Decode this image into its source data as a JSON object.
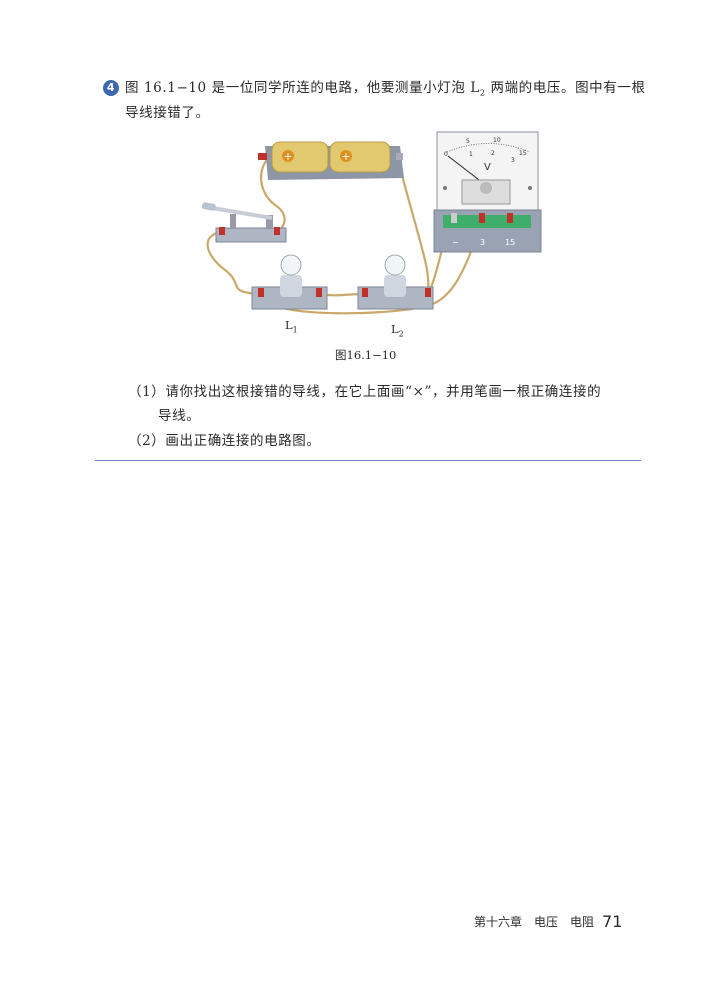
{
  "question": {
    "number": "4",
    "line1_a": "图 16.1−10 是一位同学所连的电路，他要测量小灯泡 L",
    "line1_sub": "2",
    "line1_b": " 两端的电压。图中有一根",
    "line2": "导线接错了。"
  },
  "figure": {
    "caption": "图16.1−10",
    "label_l1": "L",
    "label_l1_sub": "1",
    "label_l2": "L",
    "label_l2_sub": "2",
    "meter_unit": "V",
    "meter_scale_top": [
      "0",
      "5",
      "10",
      "15"
    ],
    "meter_scale_bottom": [
      "1",
      "2",
      "3"
    ],
    "meter_terminals": [
      "−",
      "3",
      "15"
    ],
    "wire_color": "#c9a86a",
    "battery_color": "#e2c96f"
  },
  "subquestions": [
    {
      "label": "（1）",
      "text": "请你找出这根接错的导线，在它上面画“×”，并用笔画一根正确连接的",
      "cont": "导线。"
    },
    {
      "label": "（2）",
      "text": "画出正确连接的电路图。"
    }
  ],
  "footer": {
    "chapter": "第十六章　电压　电阻",
    "page": "71"
  }
}
